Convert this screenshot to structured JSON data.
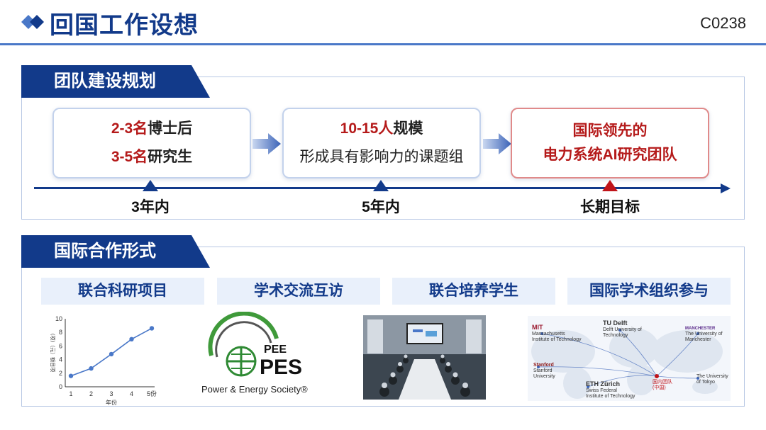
{
  "header": {
    "title": "回国工作设想",
    "code": "C0238"
  },
  "team": {
    "tab": "团队建设规划",
    "stage1": {
      "l1_num": "2-3名",
      "l1_text": "博士后",
      "l2_num": "3-5名",
      "l2_text": "研究生"
    },
    "stage2": {
      "l1_num": "10-15人",
      "l1_text": "规模",
      "l2": "形成具有影响力的课题组"
    },
    "stage3": {
      "l1": "国际领先的",
      "l2": "电力系统AI研究团队"
    },
    "timeline": [
      "3年内",
      "5年内",
      "长期目标"
    ]
  },
  "coop": {
    "tab": "国际合作形式",
    "columns": [
      "联合科研项目",
      "学术交流互访",
      "联合培养学生",
      "国际学术组织参与"
    ]
  },
  "chart_data": {
    "type": "line",
    "x": [
      1,
      2,
      3,
      4,
      5
    ],
    "values": [
      1.6,
      2.7,
      4.8,
      7.0,
      8.6
    ],
    "xticks": [
      "1",
      "2",
      "3",
      "4",
      "5份"
    ],
    "yticks": [
      "0",
      "2",
      "4",
      "6",
      "8",
      "10"
    ],
    "xlabel": "年份",
    "ylabel": "(项)（元）额目项",
    "ylim": [
      0,
      10
    ],
    "color": "#4a78c8"
  },
  "pes": {
    "mark": "PEE",
    "big": "PES",
    "name": "Power & Energy Society®"
  },
  "map": {
    "institutions": [
      {
        "name": "MIT",
        "sub": "Massachusetts Institute of Technology"
      },
      {
        "name": "TU Delft",
        "sub": "Delft University of Technology"
      },
      {
        "name": "MANCHESTER",
        "sub": "The University of Manchester"
      },
      {
        "name": "Stanford",
        "sub": "Stanford University"
      },
      {
        "name": "ETH Zürich",
        "sub": "Swiss Federal Institute of Technology"
      },
      {
        "name": "国内团队",
        "sub": "(中国)"
      },
      {
        "name": "The University of Tokyo",
        "sub": ""
      }
    ]
  }
}
